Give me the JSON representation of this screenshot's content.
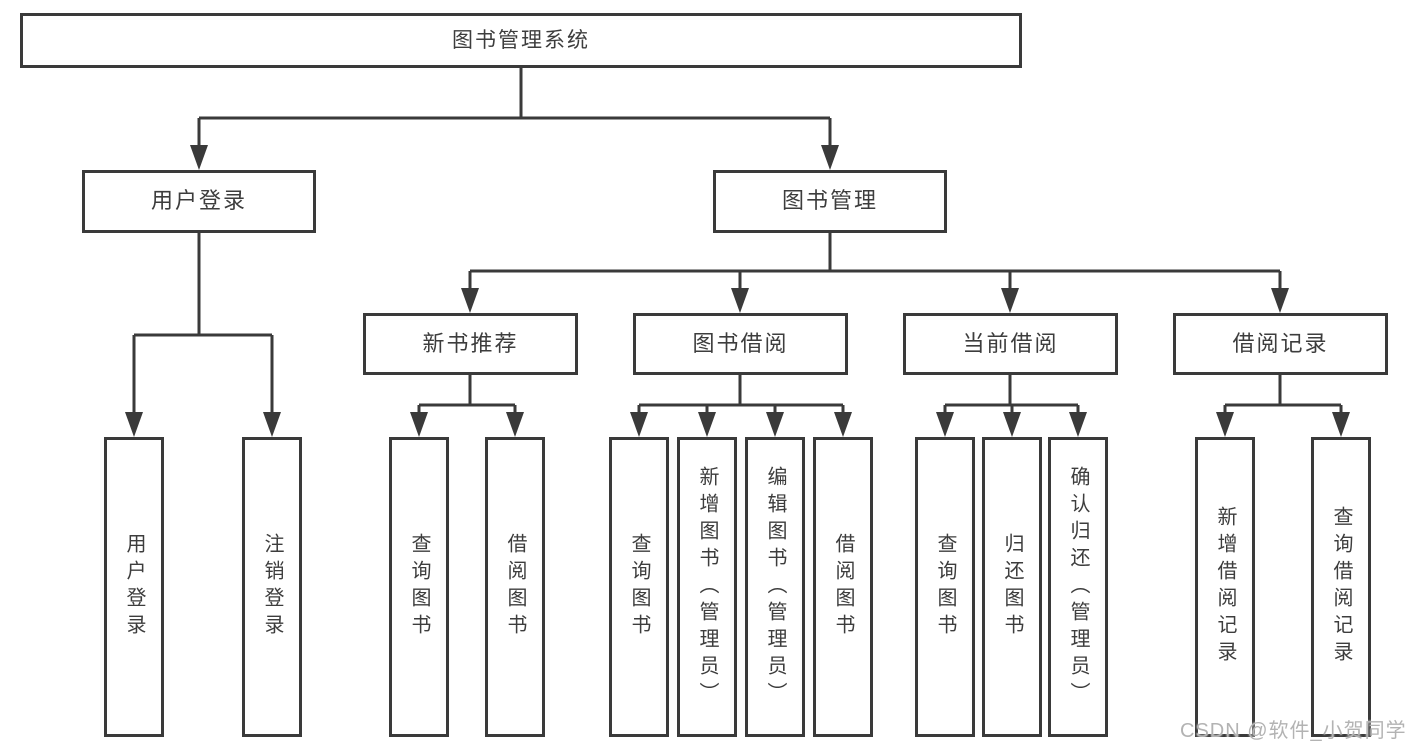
{
  "diagram": {
    "root": {
      "label": "图书管理系统"
    },
    "branches": [
      {
        "label": "用户登录",
        "children": [
          {
            "label": "用户登录"
          },
          {
            "label": "注销登录"
          }
        ]
      },
      {
        "label": "图书管理",
        "sections": [
          {
            "label": "新书推荐",
            "children": [
              {
                "label": "查询图书"
              },
              {
                "label": "借阅图书"
              }
            ]
          },
          {
            "label": "图书借阅",
            "children": [
              {
                "label": "查询图书"
              },
              {
                "label": "新增图书（管理员）"
              },
              {
                "label": "编辑图书（管理员）"
              },
              {
                "label": "借阅图书"
              }
            ]
          },
          {
            "label": "当前借阅",
            "children": [
              {
                "label": "查询图书"
              },
              {
                "label": "归还图书"
              },
              {
                "label": "确认归还（管理员）"
              }
            ]
          },
          {
            "label": "借阅记录",
            "children": [
              {
                "label": "新增借阅记录"
              },
              {
                "label": "查询借阅记录"
              }
            ]
          }
        ]
      }
    ],
    "watermark": "CSDN @软件_小贺同学",
    "colors": {
      "line": "#3a3a3a",
      "text": "#3d3d3d",
      "watermark": "#b3b3b3"
    }
  }
}
